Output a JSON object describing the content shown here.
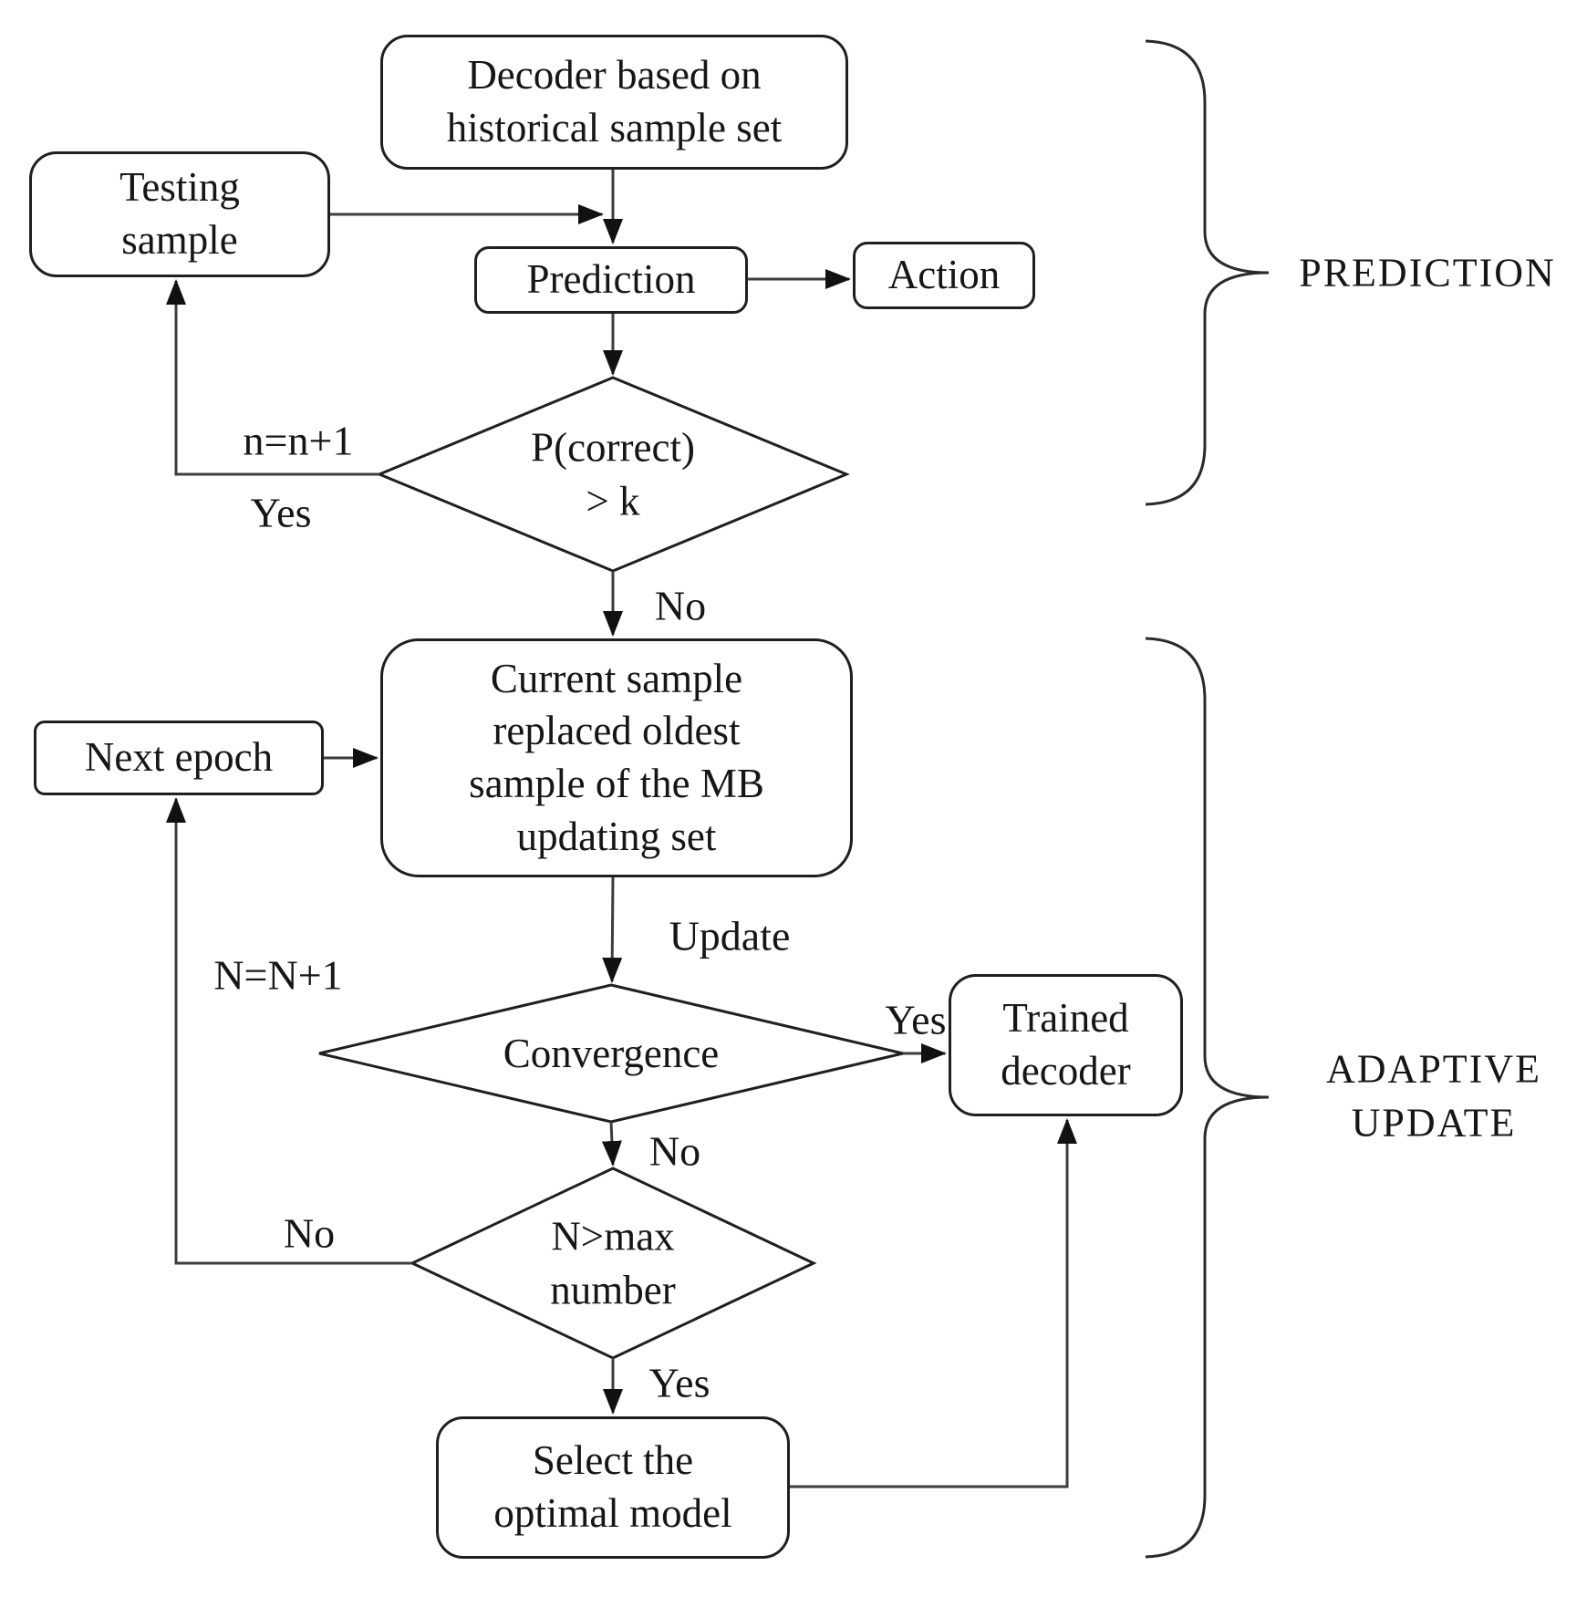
{
  "diagram": {
    "nodes": {
      "decoder": "Decoder based on\nhistorical sample set",
      "testing_sample": "Testing\nsample",
      "prediction": "Prediction",
      "action": "Action",
      "p_correct": "P(correct)\n> k",
      "current_sample": "Current sample\nreplaced oldest\nsample of the MB\nupdating set",
      "next_epoch": "Next epoch",
      "convergence": "Convergence",
      "trained_decoder": "Trained\ndecoder",
      "n_max": "N>max\nnumber",
      "select_optimal": "Select the\noptimal model"
    },
    "labels": {
      "n_increment": "n=n+1",
      "yes_loop": "Yes",
      "no_to_update": "No",
      "update": "Update",
      "N_increment": "N=N+1",
      "yes_convergence": "Yes",
      "no_convergence": "No",
      "no_nmax": "No",
      "yes_nmax": "Yes"
    },
    "sections": {
      "prediction": "PREDICTION",
      "adaptive_update": "ADAPTIVE\nUPDATE"
    },
    "colors": {
      "shape_stroke": "#1f1f1f",
      "line_stroke": "#3d3d3d",
      "background": "#ffffff",
      "text": "#161616"
    }
  }
}
